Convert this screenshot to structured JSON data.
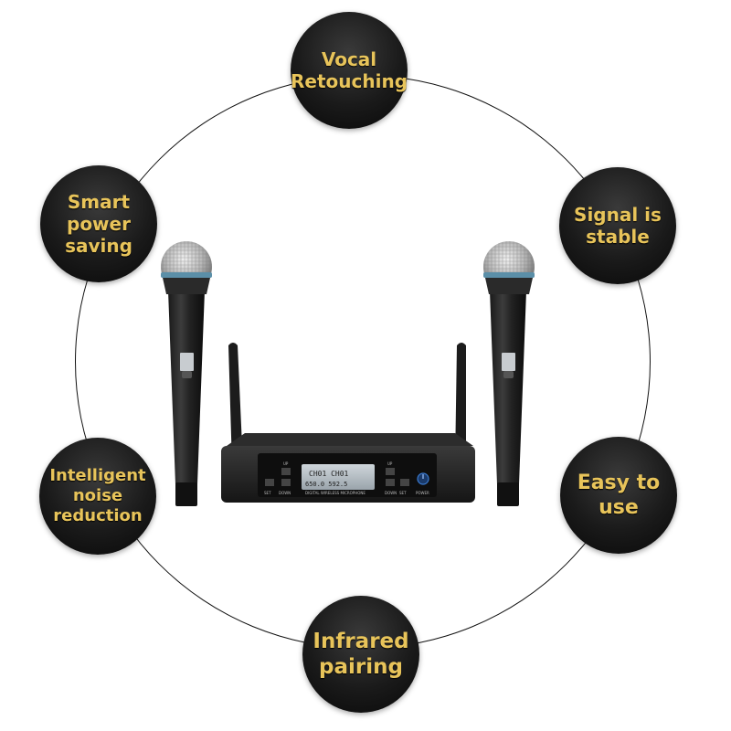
{
  "features": {
    "vocal": "Vocal\nRetouching",
    "smart": "Smart\npower\nsaving",
    "signal": "Signal is\nstable",
    "noise": "Intelligent\nnoise\nreduction",
    "easy": "Easy to\nuse",
    "infrared": "Infrared\npairing"
  },
  "receiver": {
    "panel_label": "DIGITAL WIRELESS MICROPHONE",
    "btn_set_left": "SET",
    "btn_down_left": "DOWN",
    "btn_down_right": "DOWN",
    "btn_set_right": "SET",
    "btn_power": "POWER",
    "btn_up_left": "UP",
    "btn_up_right": "UP"
  },
  "colors": {
    "badge_text": "#e8c45a",
    "badge_bg": "#1a1a1a",
    "ring": "#111111"
  }
}
